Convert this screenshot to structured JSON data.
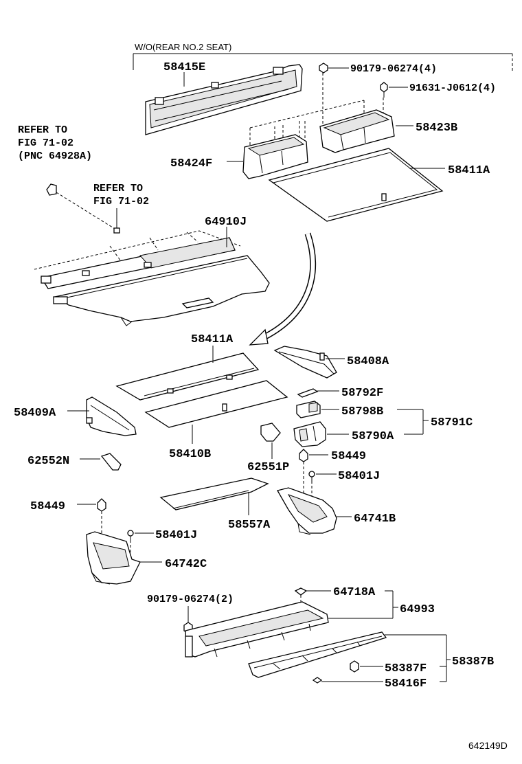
{
  "header_note": "W/O(REAR NO.2 SEAT)",
  "refer_notes": {
    "first": [
      "REFER TO",
      "FIG 71-02",
      "(PNC 64928A)"
    ],
    "second": [
      "REFER TO",
      "FIG 71-02"
    ]
  },
  "part_labels": {
    "p58415E": "58415E",
    "p90179_06274_4": "90179-06274(4)",
    "p91631_J0612_4": "91631-J0612(4)",
    "p58423B": "58423B",
    "p58424F": "58424F",
    "p58411A_top": "58411A",
    "p64910J": "64910J",
    "p58411A_mid": "58411A",
    "p58408A": "58408A",
    "p58792F": "58792F",
    "p58798B": "58798B",
    "p58791C": "58791C",
    "p58790A": "58790A",
    "p58409A": "58409A",
    "p58410B": "58410B",
    "p58449_right": "58449",
    "p62552N": "62552N",
    "p62551P": "62551P",
    "p58401J_right": "58401J",
    "p58449_left": "58449",
    "p64741B": "64741B",
    "p58557A": "58557A",
    "p58401J_left": "58401J",
    "p64742C": "64742C",
    "p90179_06274_2": "90179-06274(2)",
    "p64718A": "64718A",
    "p64993": "64993",
    "p58387B": "58387B",
    "p58387F": "58387F",
    "p58416F": "58416F"
  },
  "figure_code": "642149D"
}
